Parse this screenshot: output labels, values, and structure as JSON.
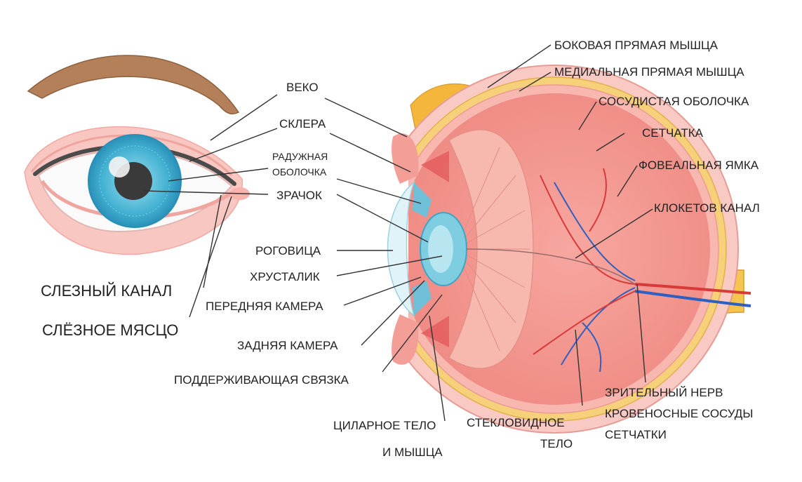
{
  "labels": {
    "veko": "ВЕКО",
    "sklera": "СКЛЕРА",
    "raduzhnaya_1": "РАДУЖНАЯ",
    "raduzhnaya_2": "ОБОЛОЧКА",
    "zrachok": "ЗРАЧОК",
    "rogovitsa": "РОГОВИЦА",
    "khrustalik": "ХРУСТАЛИК",
    "perednyaya_kamera": "ПЕРЕДНЯЯ КАМЕРА",
    "zadnyaya_kamera": "ЗАДНЯЯ КАМЕРА",
    "podderzhivayushchaya_svyazka": "ПОДДЕРЖИВАЮЩАЯ СВЯЗКА",
    "slezny_kanal": "СЛЕЗНЫЙ КАНАЛ",
    "slyoznoe_myastso": "СЛЁЗНОЕ МЯСЦО",
    "bokovaya_myshtsa": "БОКОВАЯ ПРЯМАЯ МЫШЦА",
    "medialnaya_myshtsa": "МЕДИАЛЬНАЯ ПРЯМАЯ МЫШЦА",
    "sosudistaya": "СОСУДИСТАЯ ОБОЛОЧКА",
    "setchatka": "СЕТЧАТКА",
    "foveal": "ФОВЕАЛЬНАЯ ЯМКА",
    "kloketov": "КЛОКЕТОВ КАНАЛ",
    "zritelny_1": "ЗРИТЕЛЬНЫЙ НЕРВ",
    "zritelny_2": "КРОВЕНОСНЫЕ СОСУДЫ",
    "zritelny_3": "СЕТЧАТКИ",
    "tsilarnoe_1": "ЦИЛАРНОЕ ТЕЛО",
    "tsilarnoe_2": "И МЫШЦА",
    "steklovidnoe_1": "СТЕКЛОВИДНОЕ",
    "steklovidnoe_2": "ТЕЛО"
  }
}
